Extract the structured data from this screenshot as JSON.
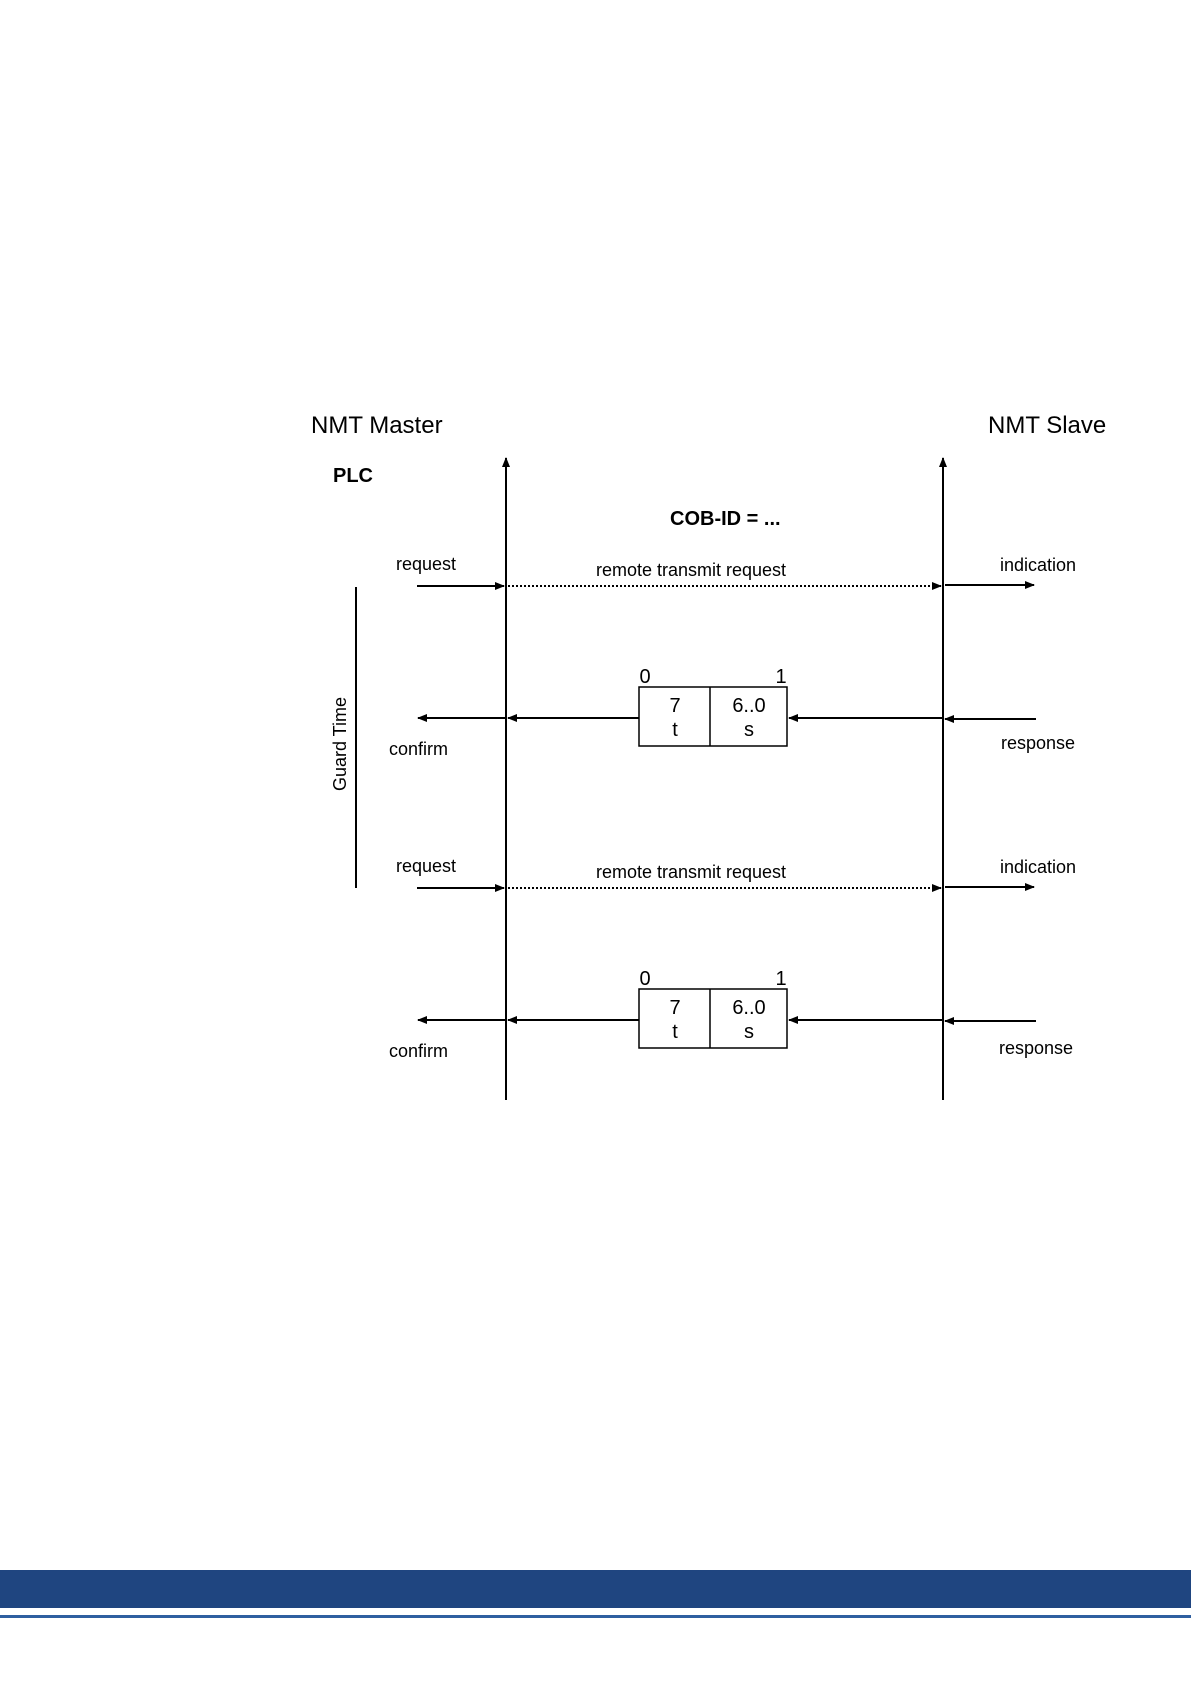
{
  "diagram": {
    "master_title": "NMT Master",
    "slave_title": "NMT Slave",
    "plc_label": "PLC",
    "cob_id_label": "COB-ID = ...",
    "guard_time_label": "Guard Time",
    "exchanges": [
      {
        "request": {
          "master_label": "request",
          "message_label": "remote transmit request",
          "slave_label": "indication"
        },
        "response": {
          "byte_index_left": "0",
          "byte_index_right": "1",
          "cell1_top": "7",
          "cell1_bottom": "t",
          "cell2_top": "6..0",
          "cell2_bottom": "s",
          "master_label": "confirm",
          "slave_label": "response"
        }
      },
      {
        "request": {
          "master_label": "request",
          "message_label": "remote transmit request",
          "slave_label": "indication"
        },
        "response": {
          "byte_index_left": "0",
          "byte_index_right": "1",
          "cell1_top": "7",
          "cell1_bottom": "t",
          "cell2_top": "6..0",
          "cell2_bottom": "s",
          "master_label": "confirm",
          "slave_label": "response"
        }
      }
    ]
  },
  "footer": {
    "band_color": "#1f4580",
    "line_color": "#2f5fa0"
  }
}
